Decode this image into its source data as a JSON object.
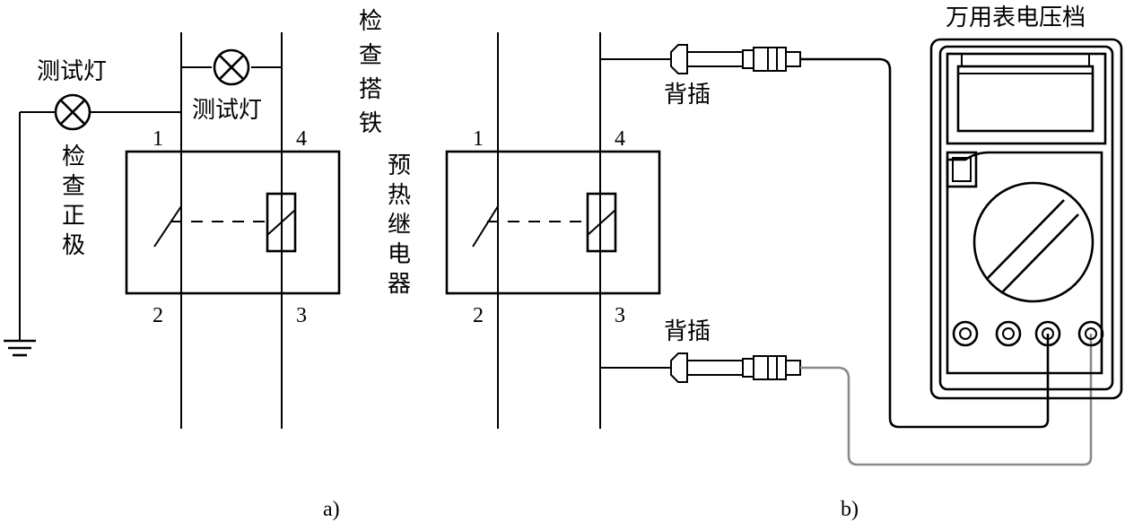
{
  "diagram_a": {
    "caption": "a)",
    "test_lamp_top_label": "测试灯",
    "test_lamp_side_label": "测试灯",
    "check_positive_label": [
      "检",
      "查",
      "正",
      "极"
    ],
    "check_ground_label": [
      "检",
      "查",
      "搭",
      "铁"
    ],
    "pins": {
      "p1": "1",
      "p2": "2",
      "p3": "3",
      "p4": "4"
    }
  },
  "diagram_b": {
    "caption": "b)",
    "relay_label": [
      "预",
      "热",
      "继",
      "电",
      "器"
    ],
    "back_probe_top_label": "背插",
    "back_probe_bottom_label": "背插",
    "multimeter_label": "万用表电压档",
    "pins": {
      "p1": "1",
      "p2": "2",
      "p3": "3",
      "p4": "4"
    }
  },
  "colors": {
    "line": "#000000",
    "lead_gray": "#8a8a8a"
  }
}
